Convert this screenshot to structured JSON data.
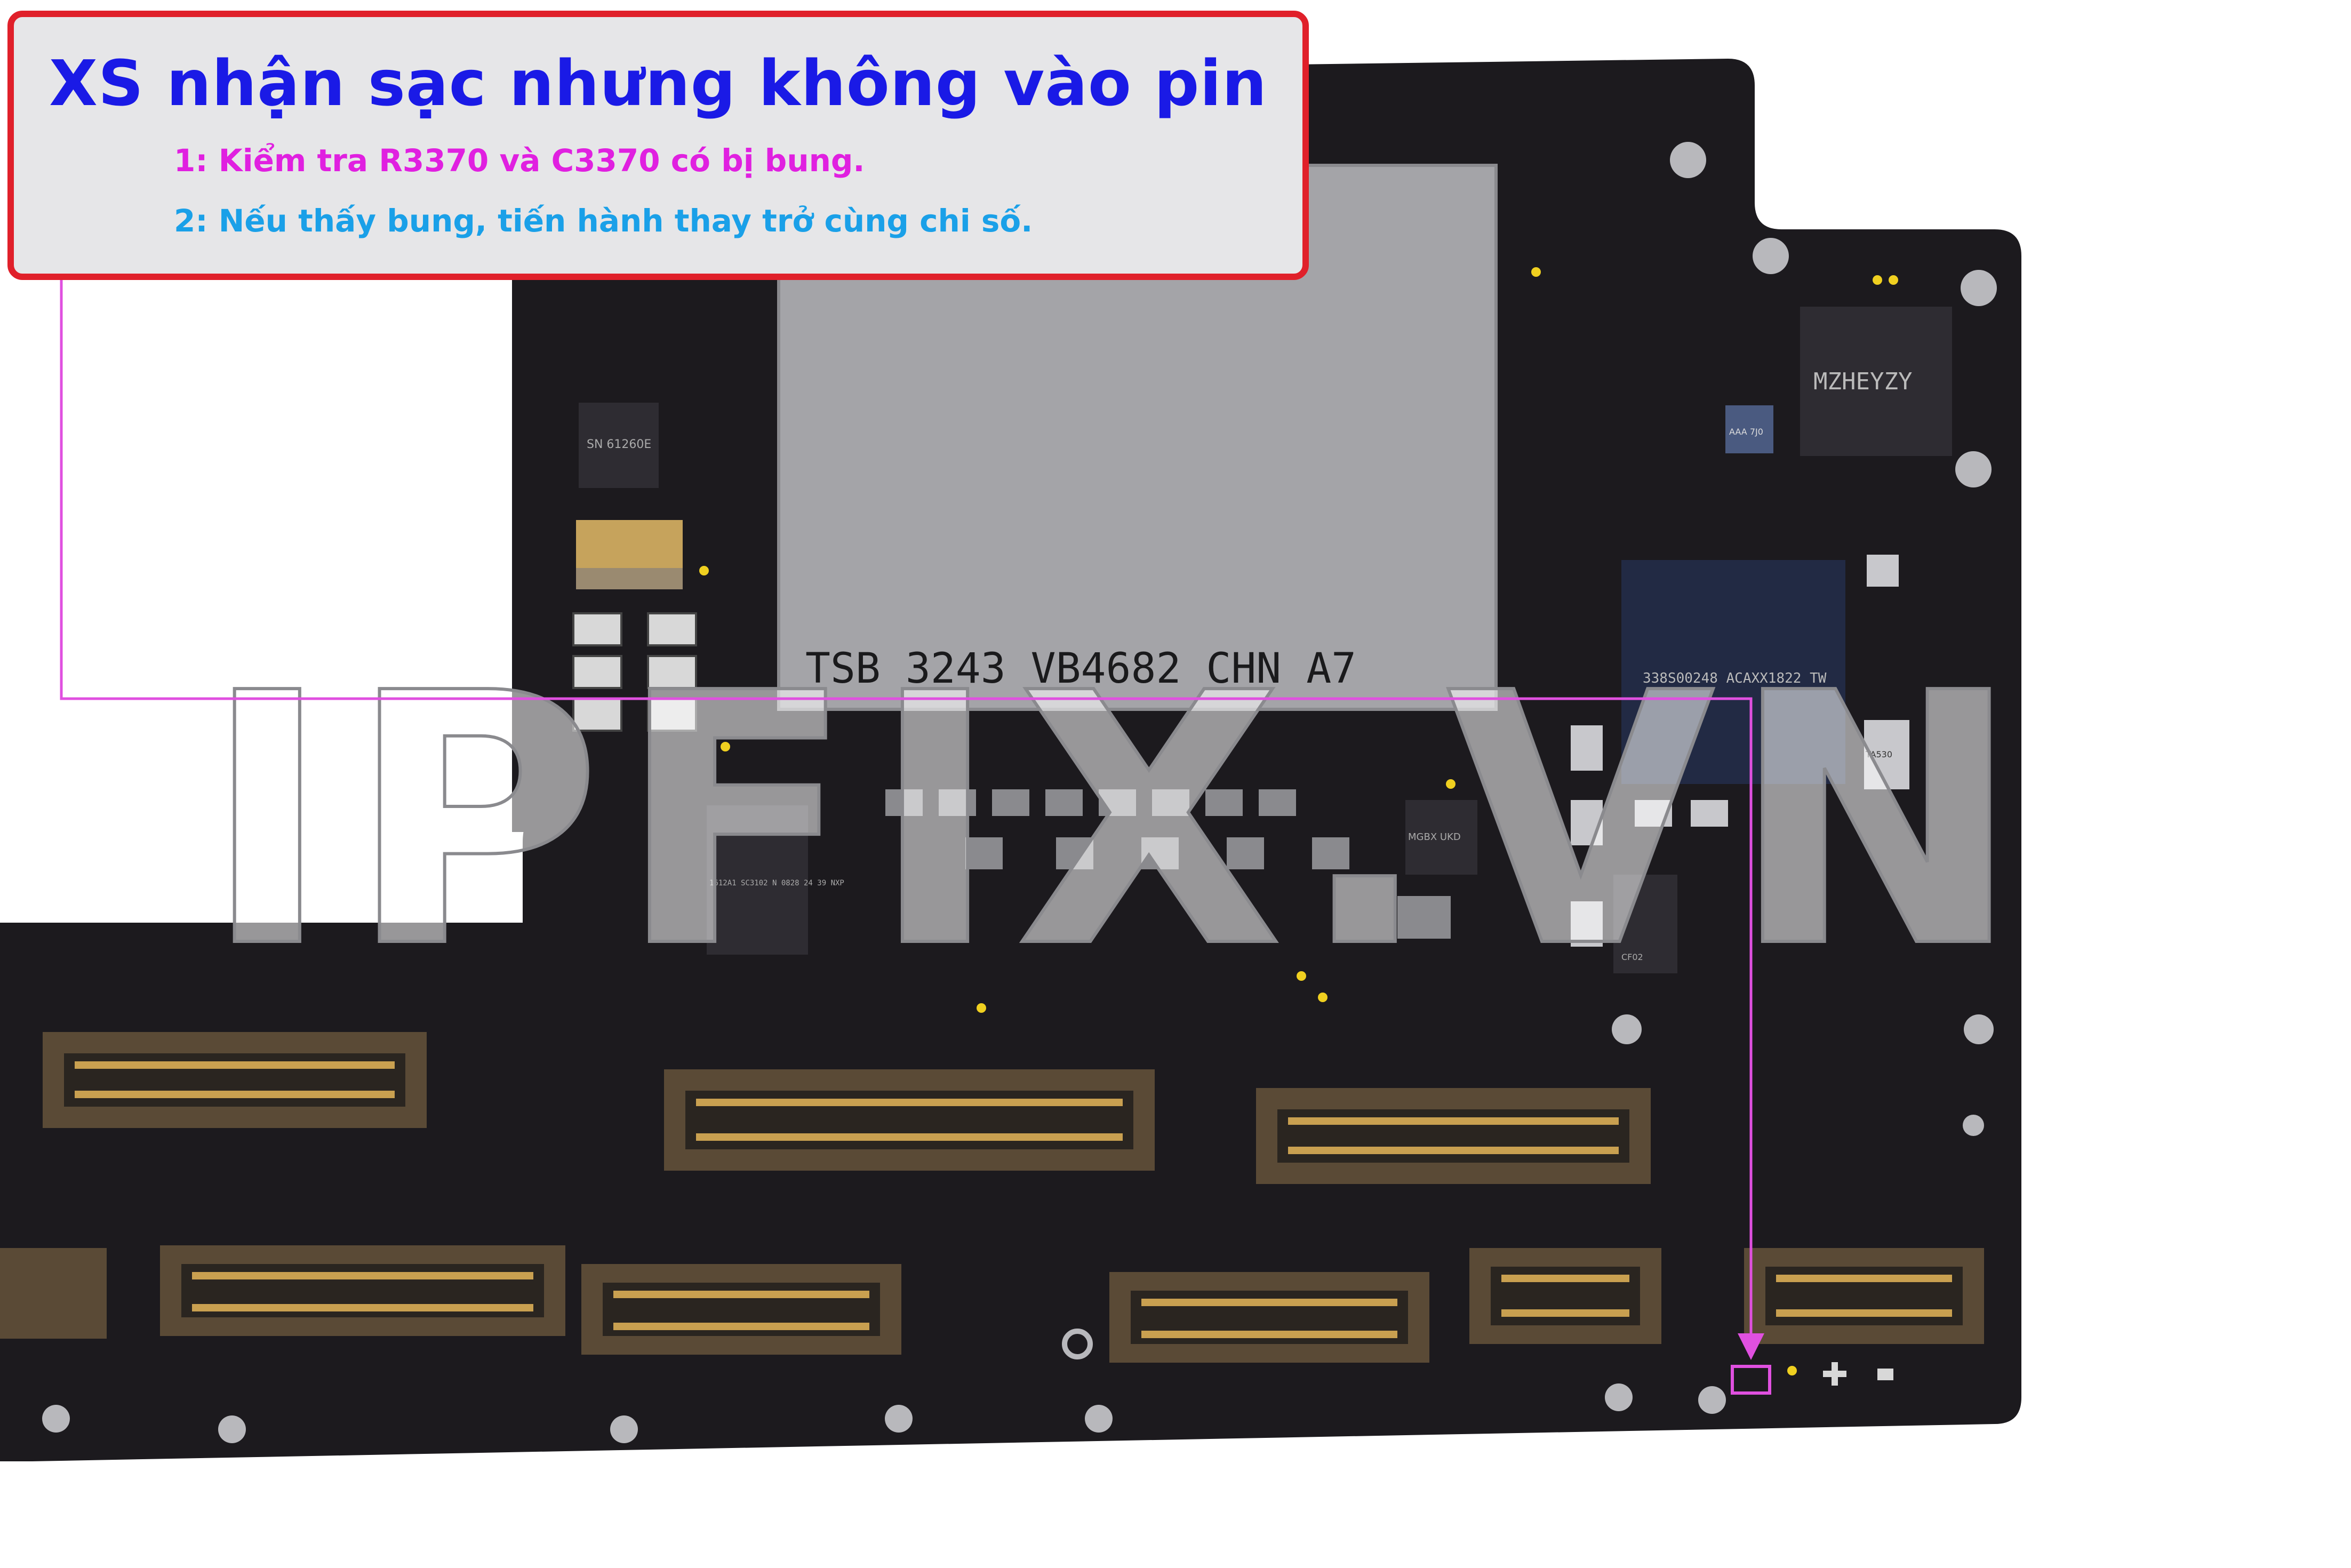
{
  "callout": {
    "title": "XS nhận sạc nhưng không vào pin",
    "step_1": "1: Kiểm tra R3370 và C3370 có bị bung.",
    "step_2": "2: Nếu thấy bung, tiến hành thay trở cùng chi số."
  },
  "board": {
    "chip_marking": "TSB 3243 VB4682 CHN A7",
    "ic_top_right": "MZHEYZY",
    "ic_left_small": "SN 61260E",
    "ic_mid_left": "1612A1 SC3102 N 0828 24 39 NXP",
    "ic_mid_small": "MGBX UKD",
    "ic_right_big": "338S00248 ACAXX1822 TW",
    "ic_crystal": "TA530",
    "ic_small_aaa": "AAA 7J0",
    "ic_right_small": "CF02"
  },
  "watermark": "IPFIX.VN",
  "colors": {
    "board": "#1c1a1e",
    "title_blue": "#1a1ae6",
    "step_magenta": "#e020e0",
    "step_cyan": "#1aa0e8",
    "callout_border": "#e0202a",
    "callout_bg": "#e6e6e8",
    "pointer_line": "#e050e0"
  }
}
